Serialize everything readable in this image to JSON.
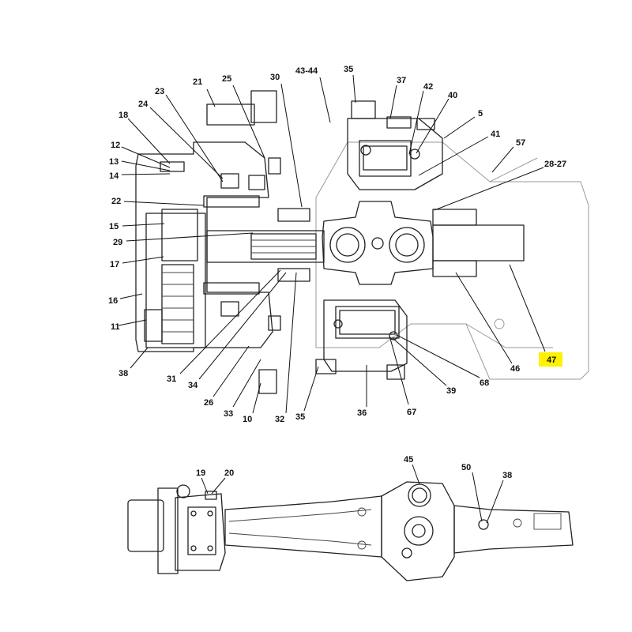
{
  "colors": {
    "line": "#222222",
    "highlight": "#fff200",
    "background": "#ffffff"
  },
  "callouts": {
    "c21": "21",
    "c25": "25",
    "c30": "30",
    "c43_44": "43-44",
    "c35_top": "35",
    "c37": "37",
    "c42": "42",
    "c40": "40",
    "c5": "5",
    "c41": "41",
    "c57": "57",
    "c28_27": "28-27",
    "c23": "23",
    "c24": "24",
    "c18": "18",
    "c12": "12",
    "c13": "13",
    "c14": "14",
    "c22": "22",
    "c15": "15",
    "c29": "29",
    "c17": "17",
    "c16": "16",
    "c11": "11",
    "c38": "38",
    "c31": "31",
    "c34": "34",
    "c26": "26",
    "c33": "33",
    "c10": "10",
    "c32": "32",
    "c35_bottom": "35",
    "c36": "36",
    "c67": "67",
    "c39": "39",
    "c68": "68",
    "c46": "46",
    "c47": "47",
    "c19": "19",
    "c20": "20",
    "c45": "45",
    "c50": "50",
    "c38_lower": "38"
  },
  "highlighted_callout": "47"
}
